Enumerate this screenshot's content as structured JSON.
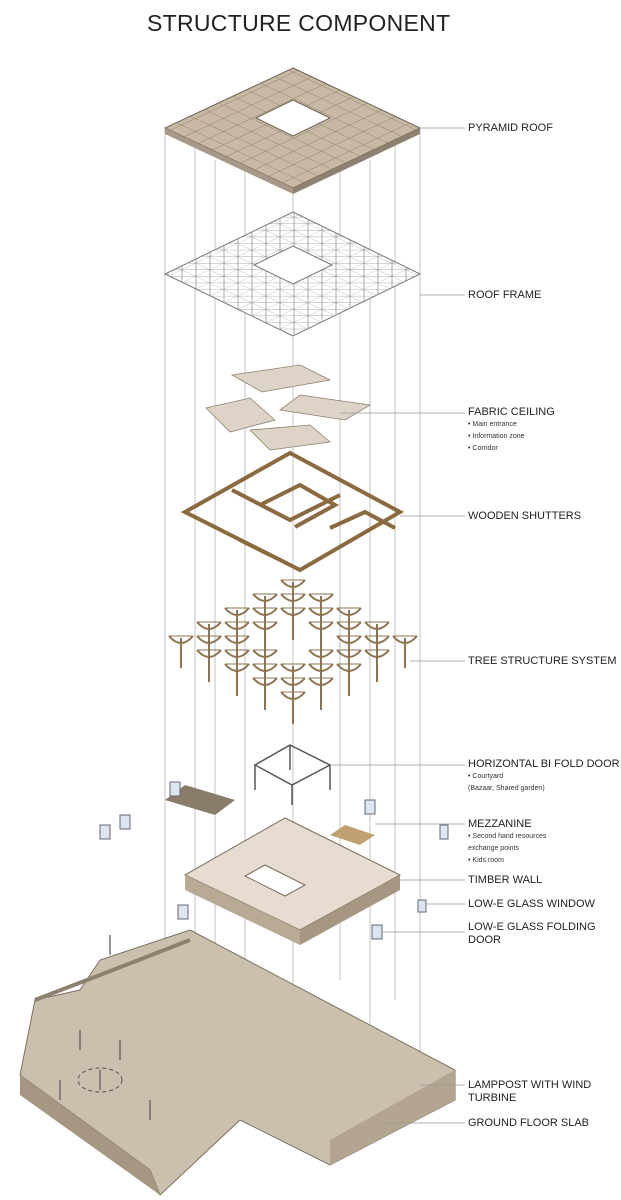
{
  "title": "STRUCTURE COMPONENT",
  "components": [
    {
      "name": "PYRAMID ROOF",
      "notes": []
    },
    {
      "name": "ROOF FRAME",
      "notes": []
    },
    {
      "name": "FABRIC CEILING",
      "notes": [
        "• Main entrance",
        "• Information zone",
        "• Corridor"
      ]
    },
    {
      "name": "WOODEN SHUTTERS",
      "notes": []
    },
    {
      "name": "TREE STRUCTURE SYSTEM",
      "notes": []
    },
    {
      "name": "HORIZONTAL BI FOLD DOOR",
      "notes": [
        "• Courtyard",
        "(Bazaar, Shared garden)"
      ]
    },
    {
      "name": "MEZZANINE",
      "notes": [
        "• Second hand resources",
        "exchange points",
        "• Kids room"
      ]
    },
    {
      "name": "TIMBER WALL",
      "notes": []
    },
    {
      "name": "LOW-E GLASS WINDOW",
      "notes": []
    },
    {
      "name": "LOW-E GLASS FOLDING DOOR",
      "notes": []
    },
    {
      "name": "LAMPPOST WITH WIND TURBINE",
      "notes": []
    },
    {
      "name": "GROUND FLOOR SLAB",
      "notes": []
    }
  ],
  "colors": {
    "slab": "#cbbfae",
    "wood": "#9c7a4a",
    "roof": "#c8b9a4",
    "line": "#999999"
  }
}
